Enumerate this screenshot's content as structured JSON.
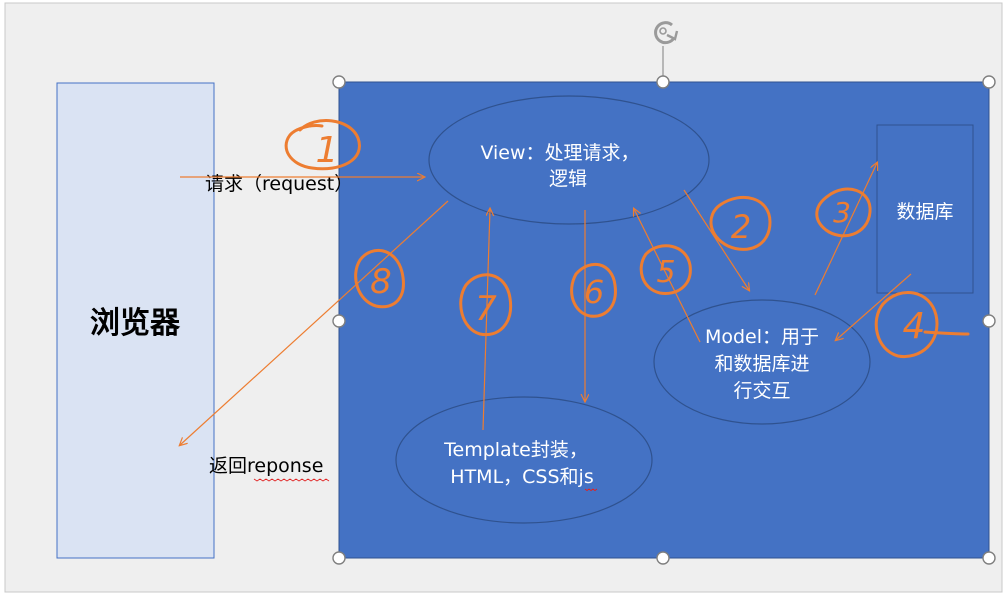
{
  "colors": {
    "canvas": "#efefef",
    "browser_fill": "#dae3f3",
    "browser_stroke": "#4472c4",
    "panel_fill": "#4472c4",
    "ellipse_stroke": "#2f528f",
    "arrow": "#ed7d31",
    "handle_stroke": "#7f7f7f",
    "rotate_icon": "#9a9a9a",
    "spellcheck": "#e02020"
  },
  "browser": {
    "label": "浏览器"
  },
  "view": {
    "line1": "View：处理请求，",
    "line2": "逻辑"
  },
  "model": {
    "line1": "Model：用于",
    "line2": "和数据库进",
    "line3": "行交互"
  },
  "template": {
    "line1": "Template封装，",
    "line2": "HTML，CSS和js"
  },
  "database": {
    "label": "数据库"
  },
  "request": {
    "label": "请求（request）"
  },
  "response": {
    "label": "返回reponse"
  },
  "steps": {
    "s1": "1",
    "s2": "2",
    "s3": "3",
    "s4": "4",
    "s5": "5",
    "s6": "6",
    "s7": "7",
    "s8": "8"
  },
  "icons": {
    "rotate": "rotate-handle-icon"
  }
}
